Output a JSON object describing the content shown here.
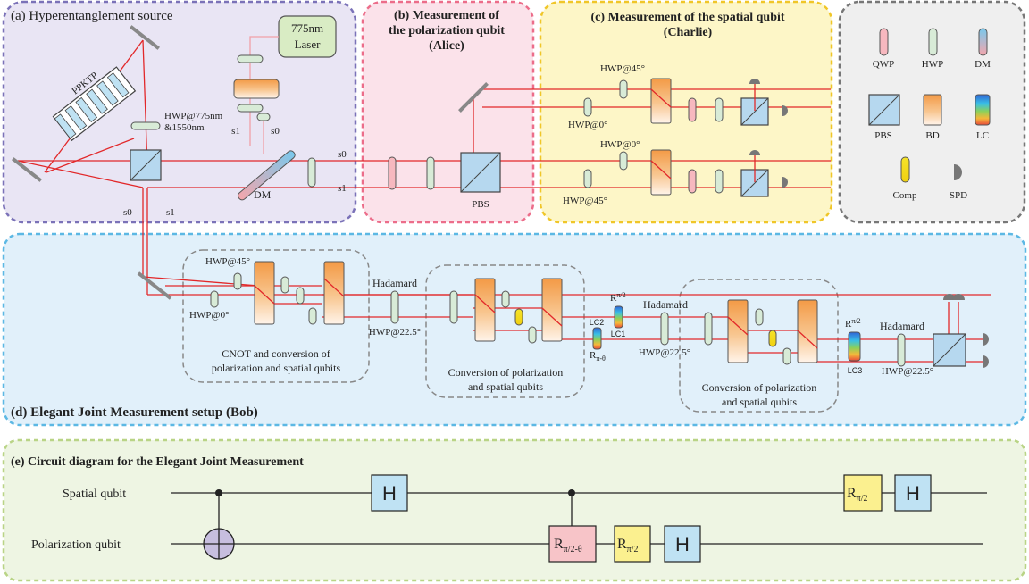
{
  "panels": {
    "a": {
      "title": "(a) Hyperentanglement source"
    },
    "b": {
      "title_line1": "(b) Measurement of",
      "title_line2": "the polarization qubit",
      "title_line3": "(Alice)"
    },
    "c": {
      "title_line1": "(c) Measurement of the spatial qubit",
      "title_line2": "(Charlie)"
    },
    "d": {
      "title": "(d) Elegant Joint Measurement setup (Bob)"
    },
    "e": {
      "title": "(e) Circuit diagram for the Elegant Joint Measurement"
    }
  },
  "source": {
    "laser_line1": "775nm",
    "laser_line2": "Laser",
    "crystal": "PPKTP",
    "hwp_line1": "HWP@775nm",
    "hwp_line2": "&1550nm",
    "dm": "DM",
    "s0": "s0",
    "s1": "s1"
  },
  "alice": {
    "pbs": "PBS"
  },
  "charlie": {
    "hwp45_top": "HWP@45°",
    "hwp0_top": "HWP@0°",
    "hwp0_bottom": "HWP@0°",
    "hwp45_bottom": "HWP@45°"
  },
  "legend": {
    "qwp": "QWP",
    "hwp": "HWP",
    "dm": "DM",
    "pbs": "PBS",
    "bd": "BD",
    "lc": "LC",
    "comp": "Comp",
    "spd": "SPD"
  },
  "bob": {
    "s0": "s0",
    "s1": "s1",
    "hwp45": "HWP@45°",
    "hwp0": "HWP@0°",
    "cnot_line1": "CNOT and conversion of",
    "cnot_line2": "polarization and spatial qubits",
    "hadamard1": "Hadamard",
    "hwp225_1": "HWP@22.5°",
    "conv1_line1": "Conversion of polarization",
    "conv1_line2": "and spatial qubits",
    "lc2": "LC2",
    "lc1": "LC1",
    "r_pi_theta": "R",
    "r_pi_theta_sub": "π-θ",
    "r_pi2_1": "R",
    "r_pi2_1_sub": "π/2",
    "hadamard2": "Hadamard",
    "hwp225_2": "HWP@22.5°",
    "conv2_line1": "Conversion of polarization",
    "conv2_line2": "and spatial qubits",
    "r_pi2_2": "R",
    "r_pi2_2_sub": "π/2",
    "lc3": "LC3",
    "hadamard3": "Hadamard",
    "hwp225_3": "HWP@22.5°"
  },
  "circuit": {
    "spatial": "Spatial qubit",
    "polarization": "Polarization qubit",
    "h": "H",
    "r": "R",
    "r_pi2_theta_sub": "π/2-θ",
    "r_pi2_sub": "π/2"
  },
  "colors": {
    "beam": "#e2282a",
    "pump": "#f2a0a8",
    "panel_a_fill": "#e9e5f4",
    "panel_a_border": "#7b72b8",
    "panel_b_fill": "#fbe2ea",
    "panel_b_border": "#ec6d8a",
    "panel_c_fill": "#fdf6c7",
    "panel_c_border": "#f0c628",
    "panel_l_fill": "#efefef",
    "panel_l_border": "#777777",
    "panel_d_fill": "#e1f0fa",
    "panel_d_border": "#5cb8e4",
    "panel_e_fill": "#eef5e3",
    "panel_e_border": "#b9d486",
    "hwp": "#d8ebd7",
    "qwp": "#f7b8bf",
    "bd": "#f5a45a",
    "pbs": "#b6d8ef",
    "gate_h": "#bfe2f3",
    "gate_rpi2": "#fbf08f",
    "gate_r": "#f7c4c8",
    "cnot": "#c7bedf"
  }
}
